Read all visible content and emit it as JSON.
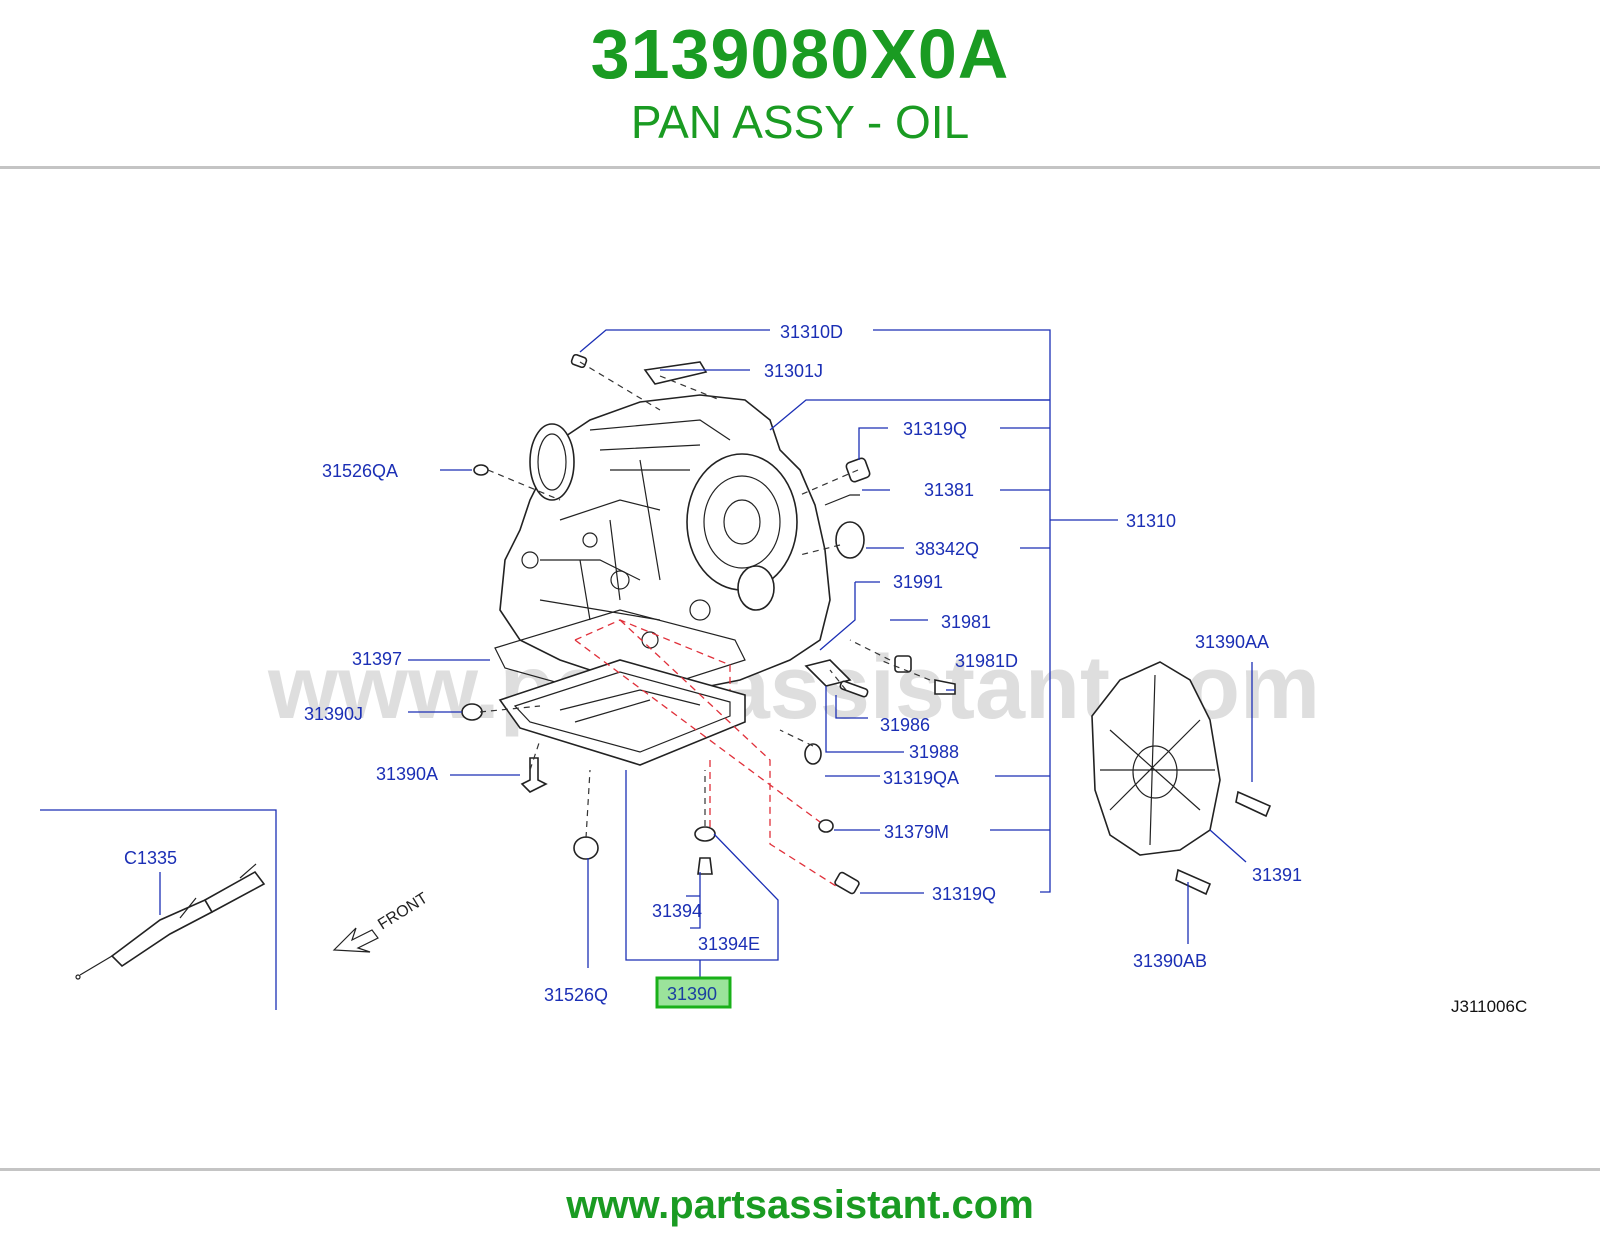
{
  "header": {
    "part_number": "3139080X0A",
    "part_name": "PAN ASSY - OIL"
  },
  "diagram": {
    "watermark": "www.partsassistant.com",
    "front_label": "FRONT",
    "drawing_code": "J311006C",
    "selected_label": "31390",
    "callouts": {
      "c_31310D": "31310D",
      "c_31301J": "31301J",
      "c_31319Q_top": "31319Q",
      "c_31526QA": "31526QA",
      "c_31381": "31381",
      "c_31310": "31310",
      "c_38342Q": "38342Q",
      "c_31991": "31991",
      "c_31981": "31981",
      "c_31981D": "31981D",
      "c_31390AA": "31390AA",
      "c_31397": "31397",
      "c_31390J": "31390J",
      "c_31986": "31986",
      "c_31988": "31988",
      "c_31390A": "31390A",
      "c_31319QA": "31319QA",
      "c_31379M": "31379M",
      "c_C1335": "C1335",
      "c_31391": "31391",
      "c_31394": "31394",
      "c_31319Q_bottom": "31319Q",
      "c_31394E": "31394E",
      "c_31390AB": "31390AB",
      "c_31526Q": "31526Q"
    },
    "colors": {
      "brand_green": "#1a9b22",
      "label_blue": "#1b2fb5",
      "highlight_fill": "#9be39b",
      "highlight_border": "#19b019"
    }
  },
  "footer": {
    "url": "www.partsassistant.com"
  }
}
